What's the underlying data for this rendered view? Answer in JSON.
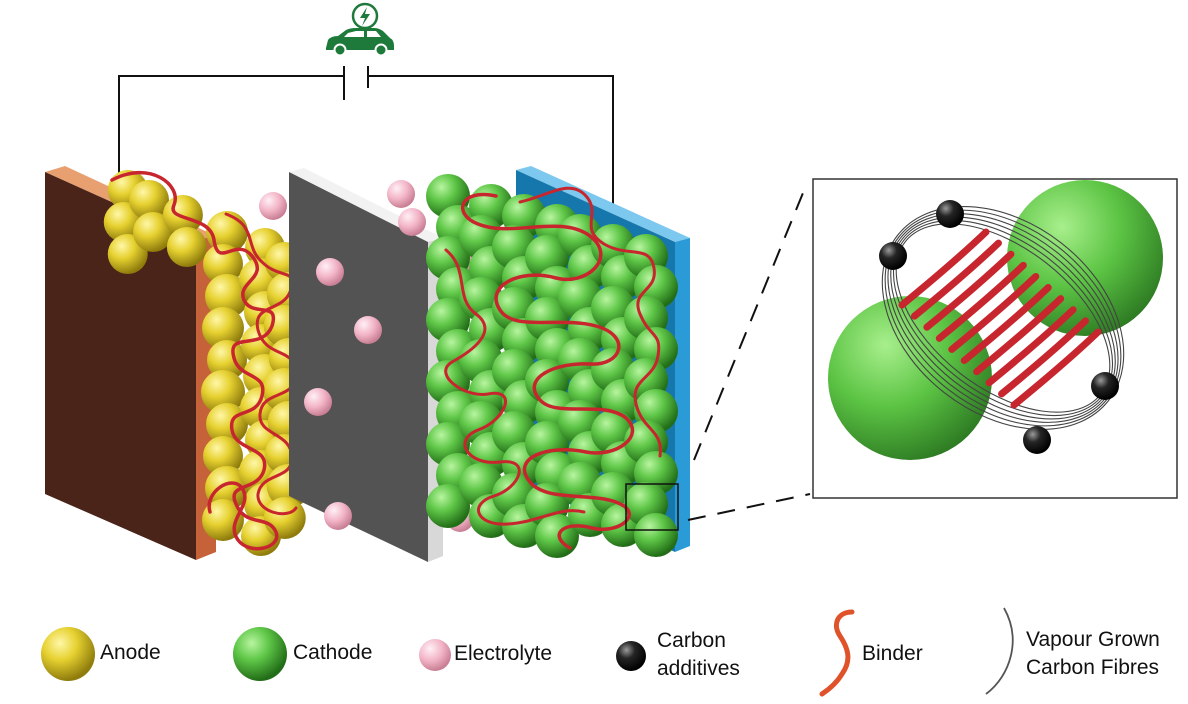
{
  "colors": {
    "anode": "#e6d130",
    "cathode": "#5fc748",
    "electrolyte": "#f2b4c6",
    "carbon_additive": "#151515",
    "binder": "#c8262e",
    "binder_legend": "#e0522a",
    "fibre": "#444444",
    "anode_collector": "#4a2418",
    "anode_collector_edge": "#c6623a",
    "separator": "#535353",
    "separator_edge": "#d8d8d8",
    "cathode_collector": "#2a9bd6",
    "car_icon": "#1e7a3a"
  },
  "icons": {
    "vehicle": "electric-car-icon",
    "charge": "lightning-bolt-icon"
  },
  "legend": {
    "anode": {
      "label": "Anode"
    },
    "cathode": {
      "label": "Cathode"
    },
    "electrolyte": {
      "label": "Electrolyte"
    },
    "carbon_additives": {
      "line1": "Carbon",
      "line2": "additives"
    },
    "binder": {
      "label": "Binder"
    },
    "vgcf": {
      "line1": "Vapour Grown",
      "line2": "Carbon Fibres"
    }
  }
}
